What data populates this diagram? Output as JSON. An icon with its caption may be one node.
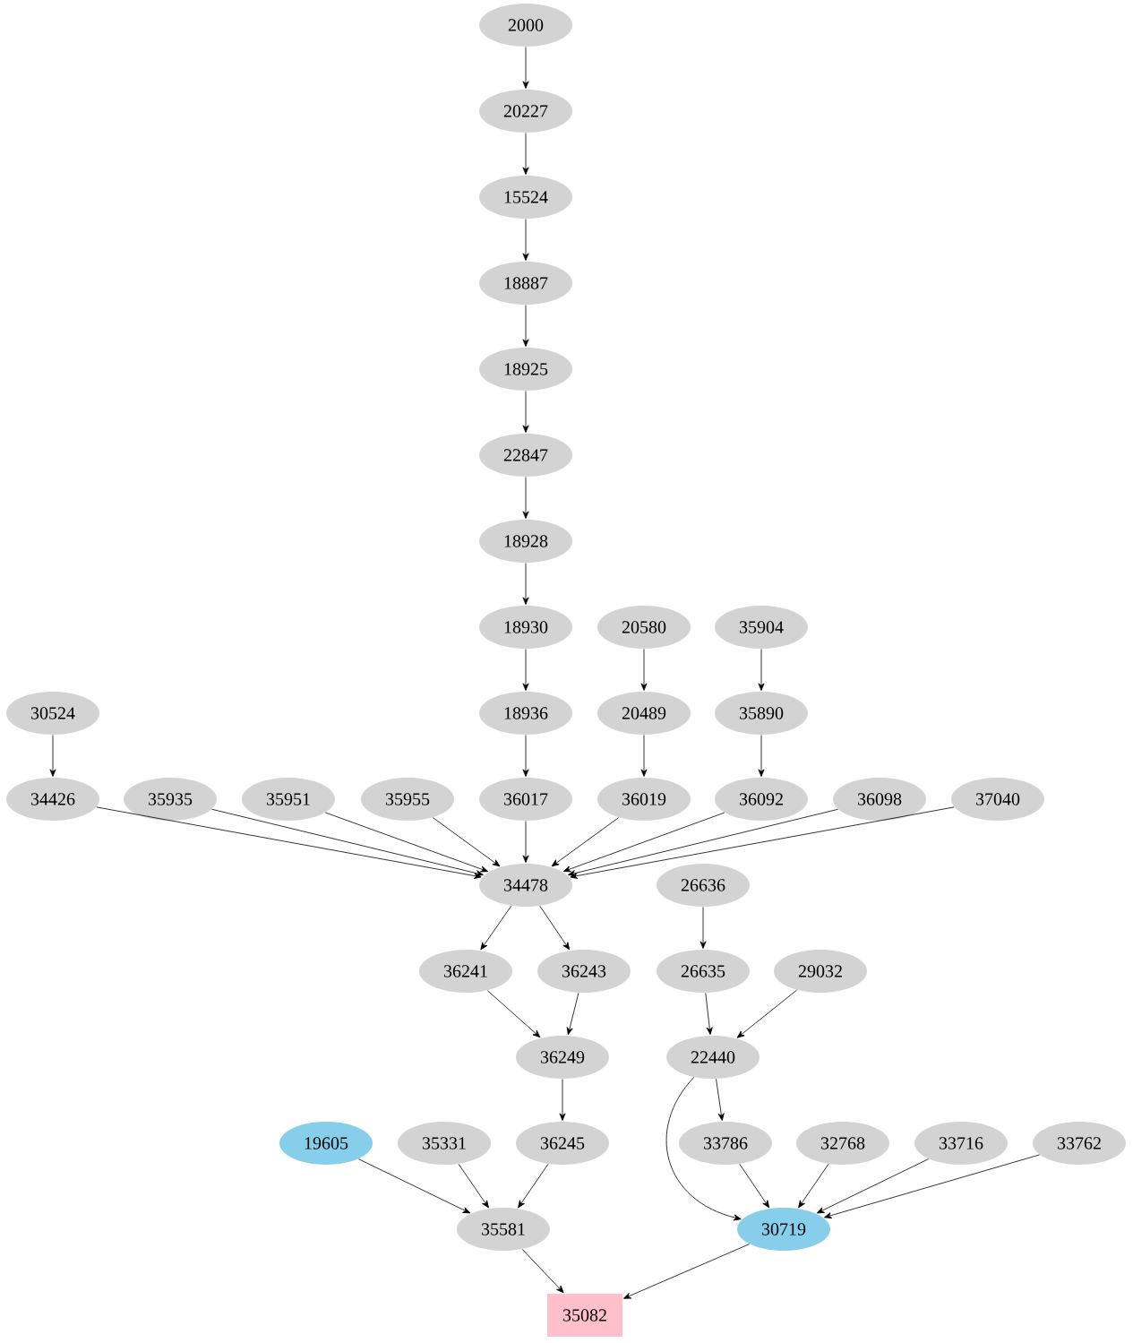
{
  "diagram": {
    "nodes": [
      {
        "text": [
          "2000"
        ]
      },
      {
        "text": [
          "20227"
        ]
      },
      {
        "text": [
          "15524"
        ]
      },
      {
        "text": [
          "18887"
        ]
      },
      {
        "text": [
          "18925"
        ]
      },
      {
        "text": [
          "22847"
        ]
      },
      {
        "text": [
          "18928"
        ]
      },
      {
        "text": [
          "18930"
        ]
      },
      {
        "text": [
          "20580"
        ]
      },
      {
        "text": [
          "35904"
        ]
      },
      {
        "text": [
          "30524"
        ]
      },
      {
        "text": [
          "18936"
        ]
      },
      {
        "text": [
          "20489"
        ]
      },
      {
        "text": [
          "35890"
        ]
      },
      {
        "text": [
          "34426"
        ]
      },
      {
        "text": [
          "35935"
        ]
      },
      {
        "text": [
          "35951"
        ]
      },
      {
        "text": [
          "35955"
        ]
      },
      {
        "text": [
          "36017"
        ]
      },
      {
        "text": [
          "36019"
        ]
      },
      {
        "text": [
          "36092"
        ]
      },
      {
        "text": [
          "36098"
        ]
      },
      {
        "text": [
          "37040"
        ]
      },
      {
        "text": [
          "34478"
        ]
      },
      {
        "text": [
          "26636"
        ]
      },
      {
        "text": [
          "36241"
        ]
      },
      {
        "text": [
          "36243"
        ]
      },
      {
        "text": [
          "26635"
        ]
      },
      {
        "text": [
          "29032"
        ]
      },
      {
        "text": [
          "36249"
        ]
      },
      {
        "text": [
          "22440"
        ]
      },
      {
        "text": [
          "19605"
        ]
      },
      {
        "text": [
          "35331"
        ]
      },
      {
        "text": [
          "36245"
        ]
      },
      {
        "text": [
          "33786"
        ]
      },
      {
        "text": [
          "32768"
        ]
      },
      {
        "text": [
          "33716"
        ]
      },
      {
        "text": [
          "33762"
        ]
      },
      {
        "text": [
          "35581"
        ]
      },
      {
        "text": [
          "30719"
        ]
      },
      {
        "text": [
          "35082"
        ]
      }
    ],
    "edges": [
      {
        "from": 0,
        "to": 1,
        "arrow": "to"
      },
      {
        "from": 1,
        "to": 2,
        "arrow": "to"
      },
      {
        "from": 2,
        "to": 3,
        "arrow": "to"
      },
      {
        "from": 3,
        "to": 4,
        "arrow": "to"
      },
      {
        "from": 4,
        "to": 5,
        "arrow": "to"
      },
      {
        "from": 5,
        "to": 6,
        "arrow": "to"
      },
      {
        "from": 6,
        "to": 7,
        "arrow": "to"
      },
      {
        "from": 7,
        "to": 11,
        "arrow": "to"
      },
      {
        "from": 8,
        "to": 12,
        "arrow": "to"
      },
      {
        "from": 9,
        "to": 13,
        "arrow": "to"
      },
      {
        "from": 10,
        "to": 14,
        "arrow": "to"
      },
      {
        "from": 11,
        "to": 18,
        "arrow": "to"
      },
      {
        "from": 12,
        "to": 19,
        "arrow": "to"
      },
      {
        "from": 13,
        "to": 20,
        "arrow": "to"
      },
      {
        "from": 14,
        "to": 23,
        "arrow": "to"
      },
      {
        "from": 15,
        "to": 23,
        "arrow": "to"
      },
      {
        "from": 16,
        "to": 23,
        "arrow": "to"
      },
      {
        "from": 17,
        "to": 23,
        "arrow": "to"
      },
      {
        "from": 18,
        "to": 23,
        "arrow": "to"
      },
      {
        "from": 19,
        "to": 23,
        "arrow": "to"
      },
      {
        "from": 20,
        "to": 23,
        "arrow": "to"
      },
      {
        "from": 21,
        "to": 23,
        "arrow": "to"
      },
      {
        "from": 22,
        "to": 23,
        "arrow": "to"
      },
      {
        "from": 23,
        "to": 25,
        "arrow": "to"
      },
      {
        "from": 23,
        "to": 26,
        "arrow": "to"
      },
      {
        "from": 24,
        "to": 27,
        "arrow": "to"
      },
      {
        "from": 25,
        "to": 29,
        "arrow": "to"
      },
      {
        "from": 26,
        "to": 29,
        "arrow": "to"
      },
      {
        "from": 27,
        "to": 30,
        "arrow": "to"
      },
      {
        "from": 28,
        "to": 30,
        "arrow": "to"
      },
      {
        "from": 29,
        "to": 33,
        "arrow": "to"
      },
      {
        "from": 30,
        "to": 34,
        "arrow": "to"
      },
      {
        "from": 30,
        "to": 39,
        "arrow": "to"
      },
      {
        "from": 31,
        "to": 38,
        "arrow": "to"
      },
      {
        "from": 32,
        "to": 38,
        "arrow": "to"
      },
      {
        "from": 33,
        "to": 38,
        "arrow": "to"
      },
      {
        "from": 34,
        "to": 39,
        "arrow": "to"
      },
      {
        "from": 35,
        "to": 39,
        "arrow": "to"
      },
      {
        "from": 36,
        "to": 39,
        "arrow": "to"
      },
      {
        "from": 37,
        "to": 39,
        "arrow": "to"
      },
      {
        "from": 38,
        "to": 40,
        "arrow": "to"
      },
      {
        "from": 39,
        "to": 40,
        "arrow": "to"
      }
    ]
  }
}
